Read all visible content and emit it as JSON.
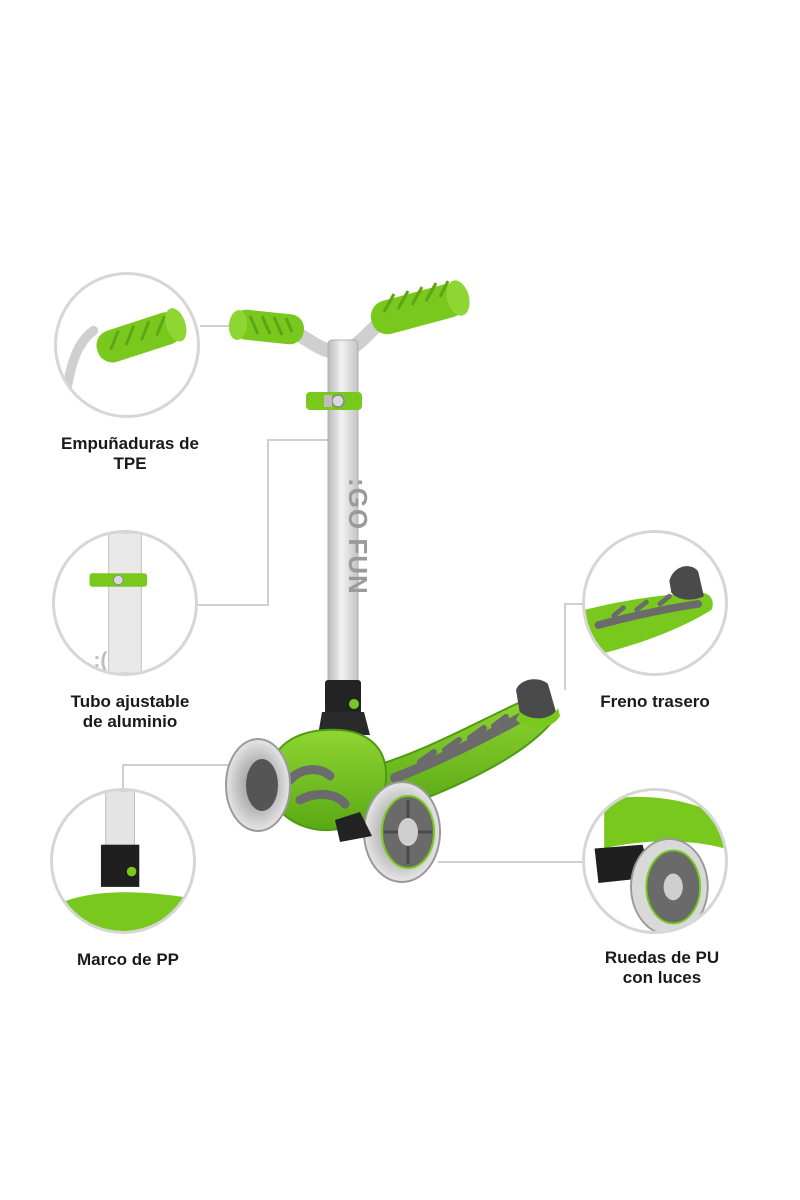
{
  "brand": {
    "name": ":GO FUN"
  },
  "colors": {
    "accent_green": "#78c81e",
    "dark_green": "#4e9a12",
    "aluminium": "#dcdcdc",
    "graphite": "#6b6b6b",
    "ring_gray": "#d6d6d6"
  },
  "callouts": {
    "grips": {
      "line1": "Empuñaduras de",
      "line2": "TPE"
    },
    "tube": {
      "line1": "Tubo ajustable",
      "line2": "de aluminio"
    },
    "frame": {
      "line1": "Marco de PP"
    },
    "brake": {
      "line1": "Freno trasero"
    },
    "wheels": {
      "line1": "Ruedas de PU",
      "line2": "con luces"
    }
  }
}
